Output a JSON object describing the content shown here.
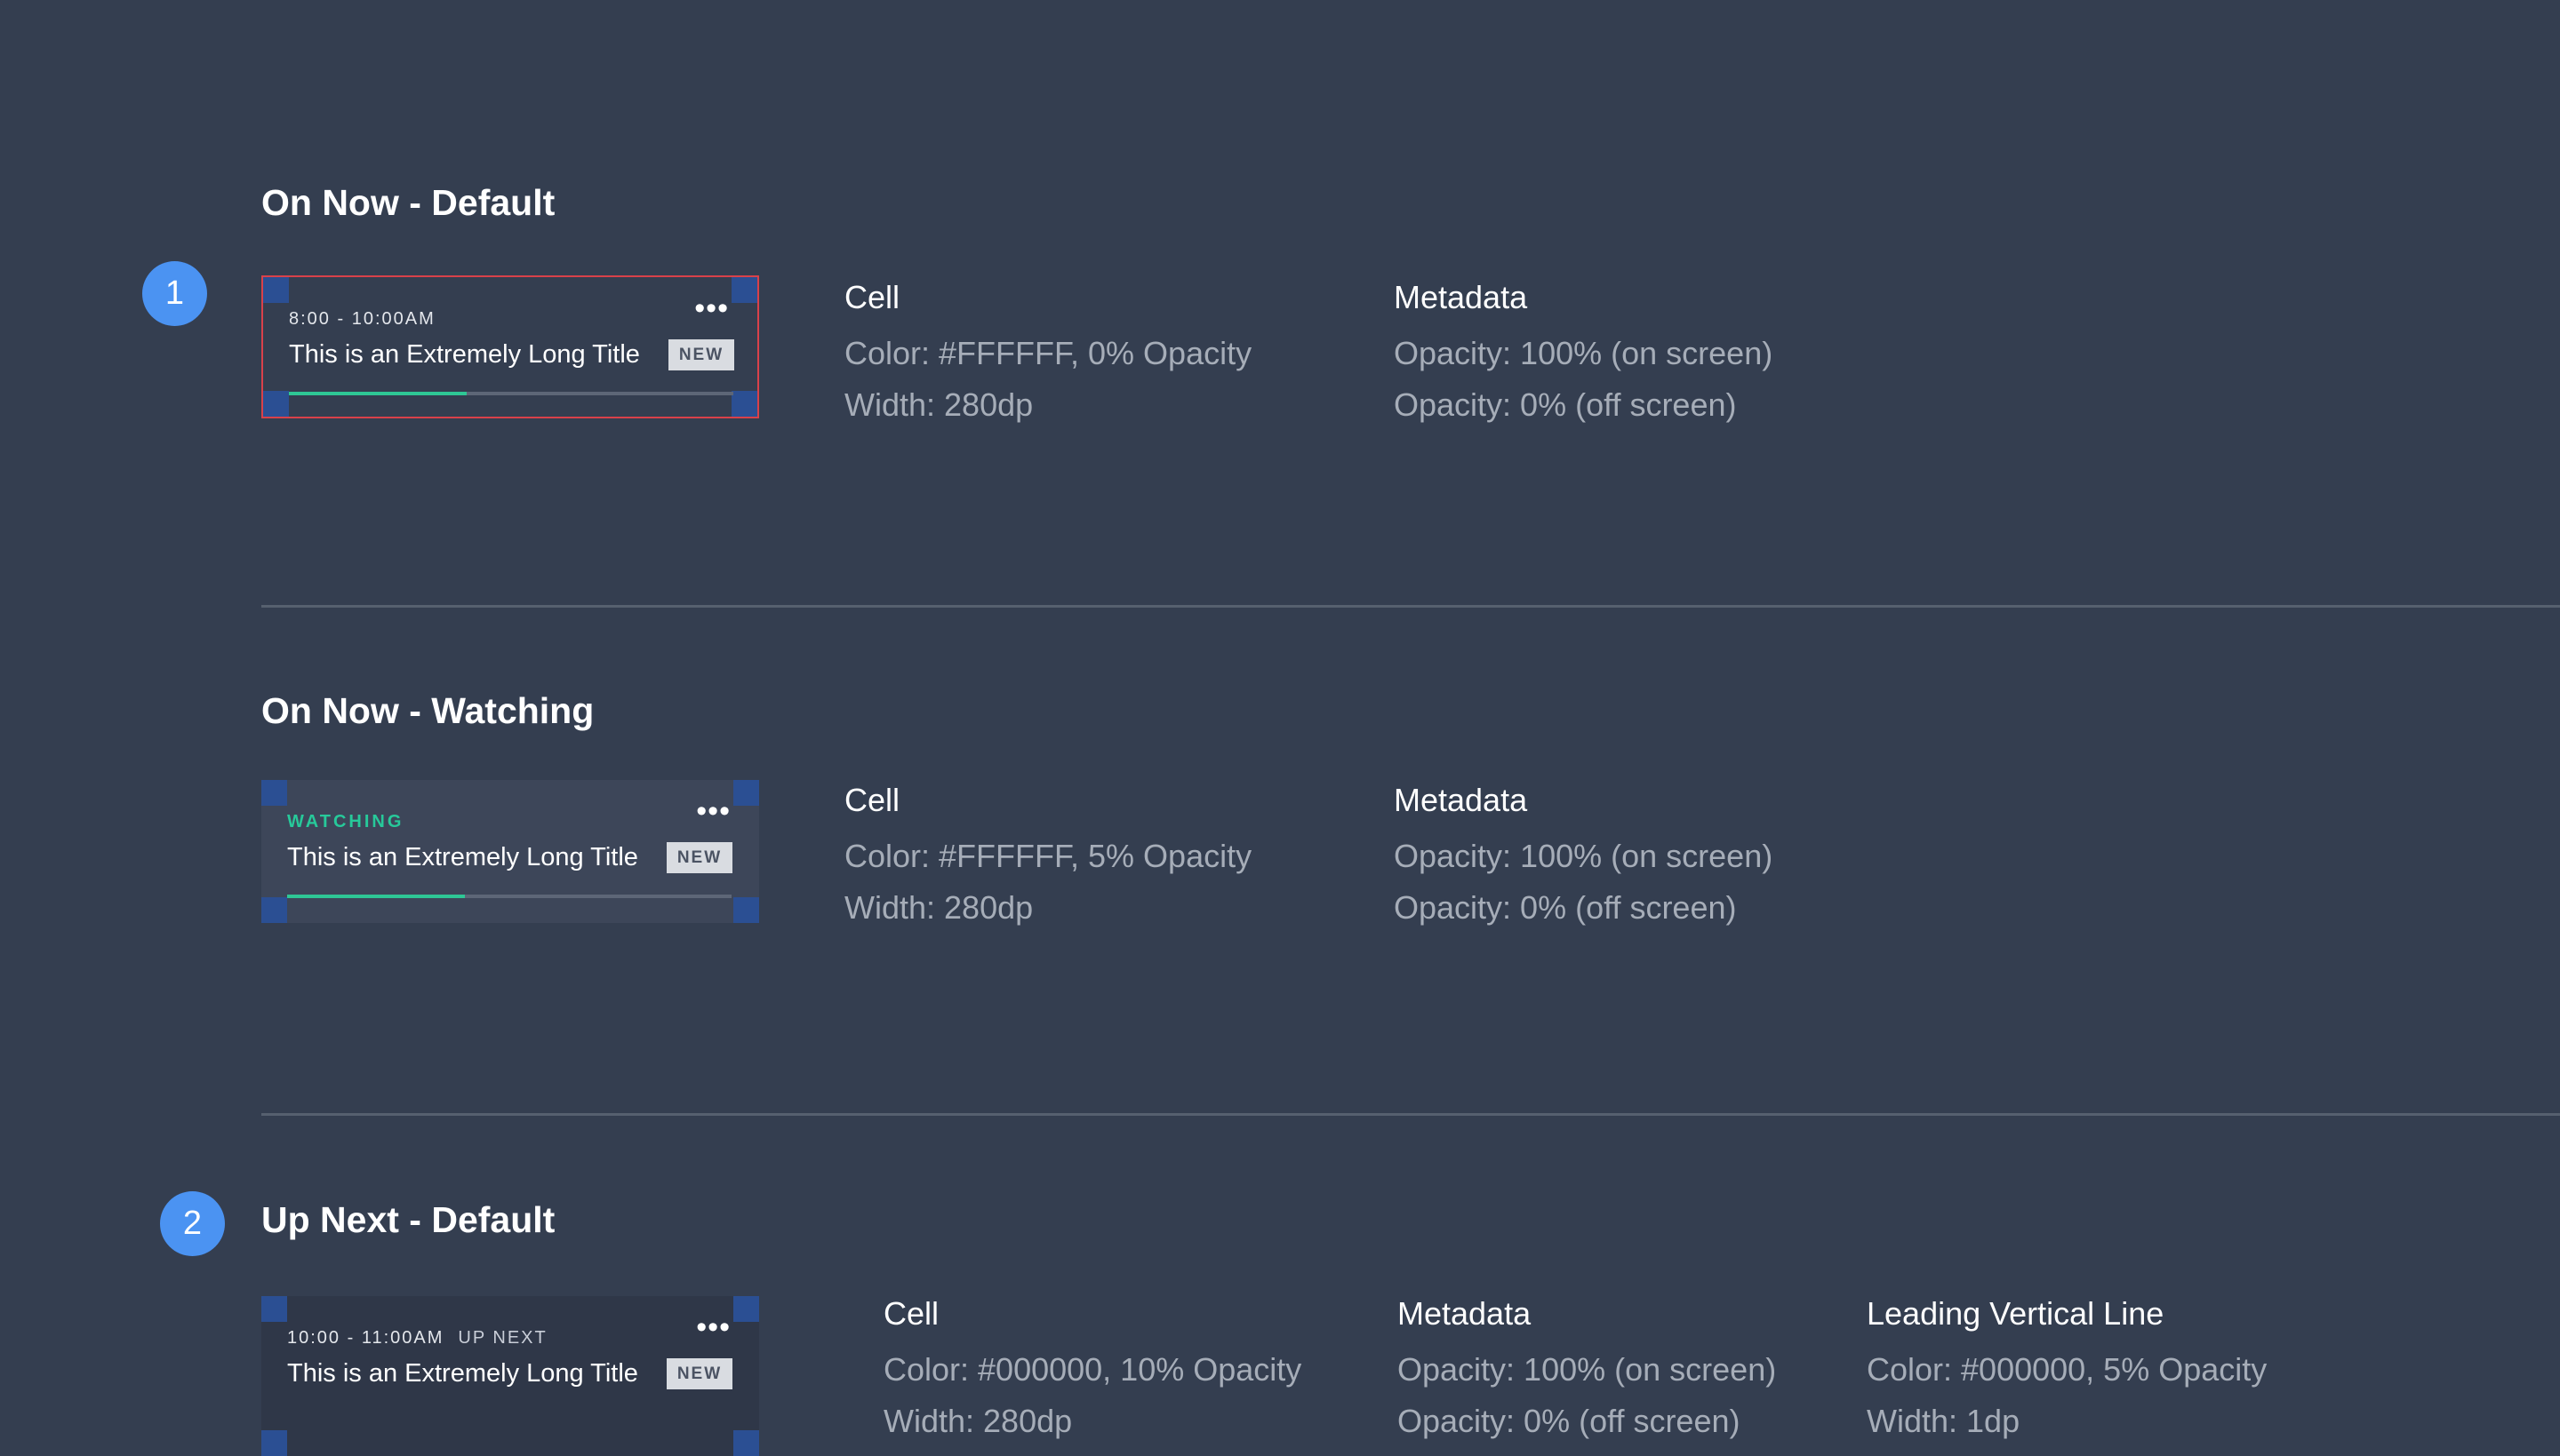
{
  "sections": [
    {
      "title": "On Now - Default",
      "badge": "1",
      "card": {
        "time": "8:00 - 10:00AM",
        "menu": "•••",
        "title": "This is an Extremely Long Title",
        "badge": "NEW",
        "progress": 0.4
      },
      "specs": [
        {
          "heading": "Cell",
          "lines": [
            "Color: #FFFFFF, 0% Opacity",
            "Width: 280dp"
          ]
        },
        {
          "heading": "Metadata",
          "lines": [
            "Opacity: 100% (on screen)",
            "Opacity: 0% (off screen)"
          ]
        }
      ]
    },
    {
      "title": "On Now - Watching",
      "card": {
        "status": "WATCHING",
        "menu": "•••",
        "title": "This is an Extremely Long Title",
        "badge": "NEW",
        "progress": 0.4
      },
      "specs": [
        {
          "heading": "Cell",
          "lines": [
            "Color: #FFFFFF, 5% Opacity",
            "Width: 280dp"
          ]
        },
        {
          "heading": "Metadata",
          "lines": [
            "Opacity: 100% (on screen)",
            "Opacity: 0% (off screen)"
          ]
        }
      ]
    },
    {
      "title": "Up Next - Default",
      "badge": "2",
      "card": {
        "time": "10:00 - 11:00AM",
        "upnext": "UP NEXT",
        "menu": "•••",
        "title": "This is an Extremely Long Title",
        "badge": "NEW"
      },
      "specs": [
        {
          "heading": "Cell",
          "lines": [
            "Color: #000000, 10% Opacity",
            "Width: 280dp"
          ]
        },
        {
          "heading": "Metadata",
          "lines": [
            "Opacity: 100% (on screen)",
            "Opacity: 0% (off screen)"
          ]
        },
        {
          "heading": "Leading Vertical Line",
          "lines": [
            "Color: #000000, 5% Opacity",
            "Width: 1dp"
          ]
        }
      ]
    }
  ],
  "colors": {
    "background": "#343e50",
    "accent": "#4b93f2",
    "progress": "#2ec795",
    "selection": "#d9414a",
    "corner_marker": "#2b4f93"
  }
}
